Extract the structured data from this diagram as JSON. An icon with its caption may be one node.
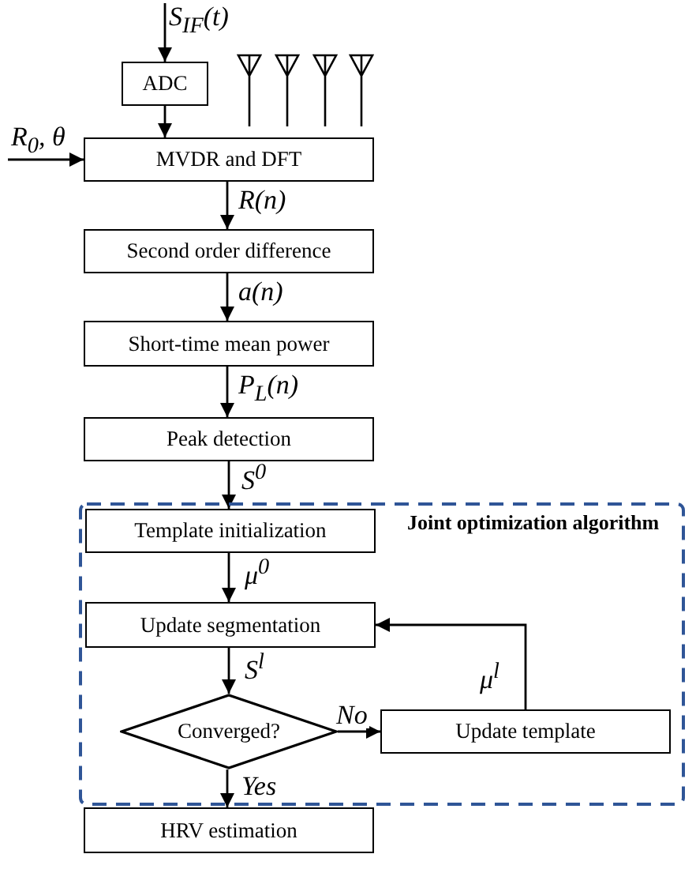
{
  "diagram": {
    "nodes": [
      {
        "text": [
          "ADC"
        ]
      },
      {
        "text": [
          "MVDR and DFT"
        ]
      },
      {
        "text": [
          "Second order difference"
        ]
      },
      {
        "text": [
          "Short-time mean power"
        ]
      },
      {
        "text": [
          "Peak detection"
        ]
      },
      {
        "text": [
          "Joint optimization algorithm"
        ]
      },
      {
        "text": [
          "Template initialization"
        ],
        "in": 5
      },
      {
        "text": [
          "Update segmentation"
        ],
        "in": 5
      },
      {
        "text": [
          "Converged?"
        ],
        "in": 5
      },
      {
        "text": [
          "Update template"
        ],
        "in": 5
      },
      {
        "text": [
          "HRV estimation"
        ]
      }
    ],
    "edges": [
      {
        "from": null,
        "to": 0,
        "arrow": "to",
        "label": "S$_{IF}$(t)"
      },
      {
        "from": 0,
        "to": 1,
        "arrow": "to"
      },
      {
        "from": null,
        "to": 1,
        "arrow": "to",
        "label": "R$_{0}$, θ"
      },
      {
        "from": 1,
        "to": 2,
        "arrow": "to",
        "label": "R(n)"
      },
      {
        "from": 2,
        "to": 3,
        "arrow": "to",
        "label": "a(n)"
      },
      {
        "from": 3,
        "to": 4,
        "arrow": "to",
        "label": "P$_{L}$(n)"
      },
      {
        "from": 4,
        "to": 6,
        "arrow": "to",
        "label": "S$^{0}$"
      },
      {
        "from": 6,
        "to": 7,
        "arrow": "to",
        "label": "μ$^{0}$"
      },
      {
        "from": 7,
        "to": 8,
        "arrow": "to",
        "label": "S$^{l}$"
      },
      {
        "from": 8,
        "to": 9,
        "arrow": "to",
        "label": "No"
      },
      {
        "from": 9,
        "to": 7,
        "arrow": "to",
        "label": "μ$^{l}$"
      },
      {
        "from": 8,
        "to": 10,
        "arrow": "to",
        "label": "Yes"
      }
    ]
  }
}
